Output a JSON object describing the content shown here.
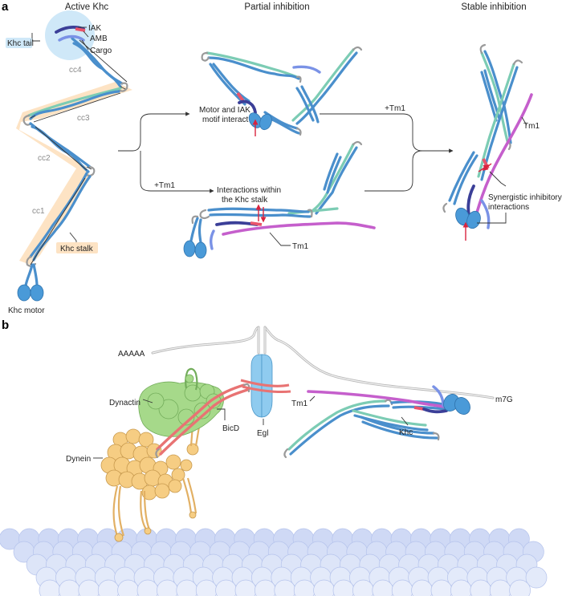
{
  "figure": {
    "panel_a": "a",
    "panel_b": "b",
    "headers": {
      "active": "Active Khc",
      "partial": "Partial inhibition",
      "stable": "Stable inhibition"
    },
    "active_khc": {
      "khc_tail": "Khc tail",
      "iak": "IAK",
      "amb": "AMB",
      "cargo": "Cargo",
      "cc4": "cc4",
      "cc3": "cc3",
      "cc2": "cc2",
      "cc1": "cc1",
      "khc_stalk": "Khc stalk",
      "khc_motor": "Khc motor"
    },
    "partial": {
      "motor_iak_line1": "Motor and IAK",
      "motor_iak_line2": "motif interact",
      "tm1_top": "+Tm1",
      "tm1_lower": "+Tm1",
      "interactions_line1": "Interactions within",
      "interactions_line2": "the Khc stalk",
      "tm1_label": "Tm1"
    },
    "stable": {
      "tm1_label": "Tm1",
      "synergistic_line1": "Synergistic inhibitory",
      "synergistic_line2": "interactions"
    },
    "panel_b_labels": {
      "aaaaa": "AAAAA",
      "dynactin": "Dynactin",
      "bicd": "BicD",
      "egl": "Egl",
      "tm1": "Tm1",
      "m7g": "m7G",
      "khc": "Khc",
      "dynein": "Dynein"
    },
    "colors": {
      "khc_blue": "#4a8fcc",
      "khc_teal": "#7cccb4",
      "iak_navy": "#3b3f98",
      "amb_pink": "#e9546b",
      "tm1_magenta": "#c55fcc",
      "dynein_orange": "#f6cd83",
      "dynactin_green": "#a6d98a",
      "microtubule": "#d2dcf6",
      "tail_highlight": "#cfe8f8",
      "stalk_highlight": "#fde3c4"
    }
  }
}
